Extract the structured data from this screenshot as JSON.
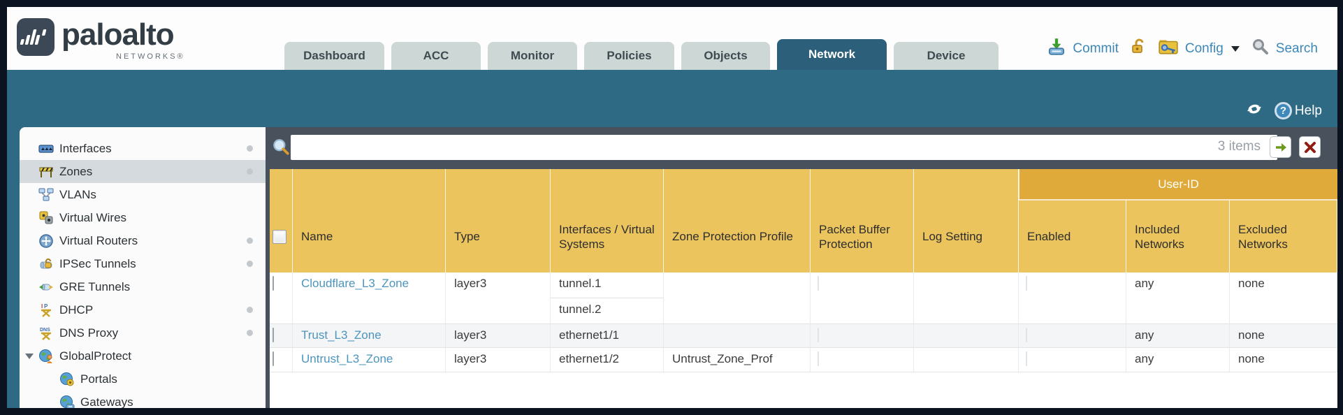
{
  "palette": {
    "teal": "#2f6a84",
    "amber": "#ecc45d",
    "amber_dark": "#dfaa3a",
    "link_blue": "#4d94bd",
    "filter_bar": "#49525c"
  },
  "header": {
    "logo": {
      "brand": "paloalto",
      "sub": "NETWORKS®"
    },
    "tabs": [
      {
        "label": "Dashboard"
      },
      {
        "label": "ACC"
      },
      {
        "label": "Monitor"
      },
      {
        "label": "Policies"
      },
      {
        "label": "Objects"
      },
      {
        "label": "Network"
      },
      {
        "label": "Device"
      }
    ],
    "actions": {
      "commit": "Commit",
      "config": "Config",
      "search": "Search"
    }
  },
  "band": {
    "help": "Help"
  },
  "filter": {
    "items_count": "3 items",
    "query": ""
  },
  "sidebar": {
    "items": [
      {
        "label": "Interfaces"
      },
      {
        "label": "Zones"
      },
      {
        "label": "VLANs"
      },
      {
        "label": "Virtual Wires"
      },
      {
        "label": "Virtual Routers"
      },
      {
        "label": "IPSec Tunnels"
      },
      {
        "label": "GRE Tunnels"
      },
      {
        "label": "DHCP"
      },
      {
        "label": "DNS Proxy"
      },
      {
        "label": "GlobalProtect"
      },
      {
        "label": "Portals"
      },
      {
        "label": "Gateways"
      }
    ]
  },
  "table": {
    "group_header": "User-ID",
    "columns": [
      "Name",
      "Type",
      "Interfaces / Virtual Systems",
      "Zone Protection Profile",
      "Packet Buffer Protection",
      "Log Setting",
      "Enabled",
      "Included Networks",
      "Excluded Networks"
    ],
    "rows": [
      {
        "name": "Cloudflare_L3_Zone",
        "type": "layer3",
        "interfaces": [
          "tunnel.1",
          "tunnel.2"
        ],
        "zone_protection_profile": "",
        "log_setting": "",
        "included_networks": "any",
        "excluded_networks": "none"
      },
      {
        "name": "Trust_L3_Zone",
        "type": "layer3",
        "interfaces": [
          "ethernet1/1"
        ],
        "zone_protection_profile": "",
        "log_setting": "",
        "included_networks": "any",
        "excluded_networks": "none"
      },
      {
        "name": "Untrust_L3_Zone",
        "type": "layer3",
        "interfaces": [
          "ethernet1/2"
        ],
        "zone_protection_profile": "Untrust_Zone_Prof",
        "log_setting": "",
        "included_networks": "any",
        "excluded_networks": "none"
      }
    ]
  }
}
